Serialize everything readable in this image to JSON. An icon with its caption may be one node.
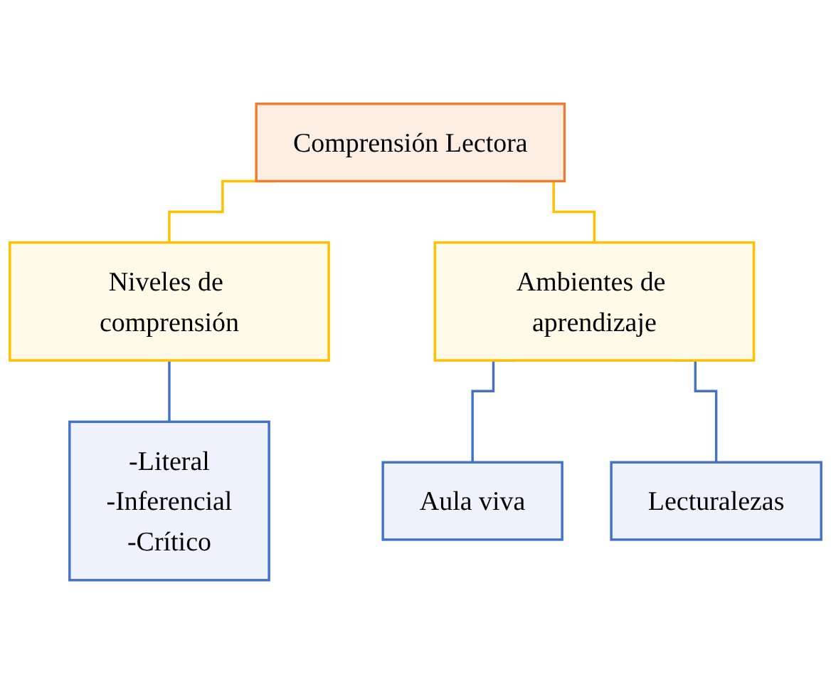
{
  "diagram": {
    "nodes": [
      {
        "text": [
          "Comprensión Lectora"
        ]
      },
      {
        "text": [
          "Niveles de comprensión"
        ]
      },
      {
        "text": [
          "Ambientes de aprendizaje"
        ]
      },
      {
        "text": [
          "-Literal",
          "-Inferencial",
          "-Crítico"
        ]
      },
      {
        "text": [
          "Aula viva"
        ]
      },
      {
        "text": [
          "Lecturalezas"
        ]
      }
    ],
    "edges": [
      {
        "from": 0,
        "to": 1,
        "arrow": "none",
        "color": "#ffc000"
      },
      {
        "from": 0,
        "to": 2,
        "arrow": "none",
        "color": "#ffc000"
      },
      {
        "from": 1,
        "to": 3,
        "arrow": "none"
      },
      {
        "from": 2,
        "to": 4,
        "arrow": "none"
      },
      {
        "from": 2,
        "to": 5,
        "arrow": "none"
      }
    ]
  }
}
